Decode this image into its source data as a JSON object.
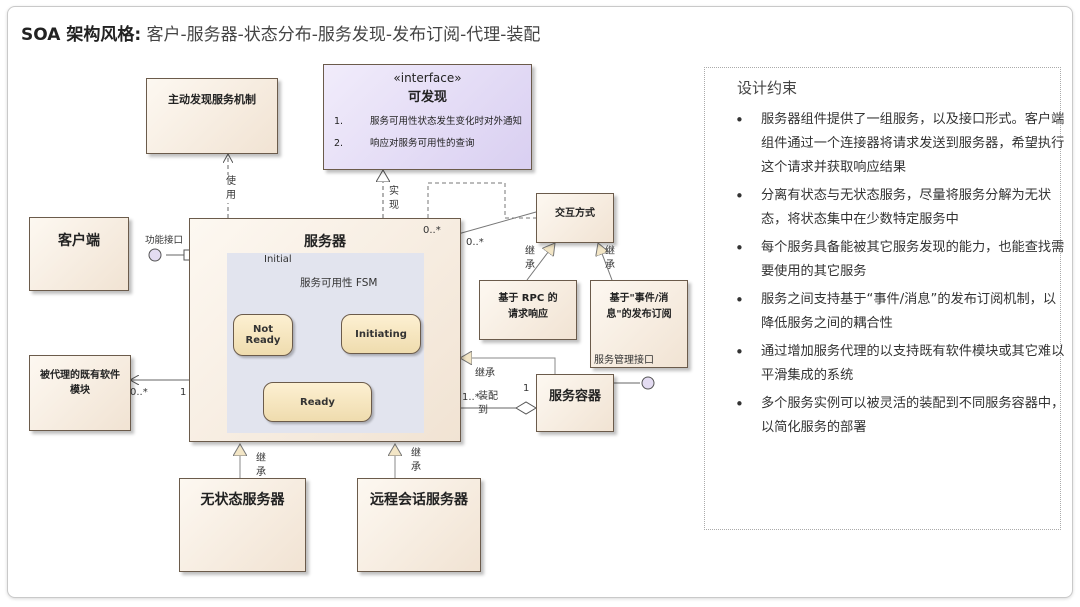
{
  "title": {
    "bold": "SOA 架构风格:",
    "rest": "客户-服务器-状态分布-服务发现-发布订阅-代理-装配"
  },
  "boxes": {
    "discovery": "主动发现服务机制",
    "client": "客户端",
    "server": "服务器",
    "proxied": "被代理的既有软件模块",
    "interaction": "交互方式",
    "rpc": "基于 RPC 的请求响应",
    "pubsub": "基于\"事件/消息\"的发布订阅",
    "container": "服务容器",
    "stateless": "无状态服务器",
    "remote": "远程会话服务器"
  },
  "interface": {
    "stereotype": "«interface»",
    "name": "可发现",
    "items": [
      {
        "num": "1.",
        "text": "服务可用性状态发生变化时对外通知"
      },
      {
        "num": "2.",
        "text": "响应对服务可用性的查询"
      }
    ]
  },
  "fsm": {
    "initial": "Initial",
    "label": "服务可用性 FSM",
    "states": [
      "Not Ready",
      "Initiating",
      "Ready"
    ]
  },
  "labels": {
    "use": "使用",
    "realize": "实现",
    "func_port": "功能接口",
    "inherit": "继承",
    "assemble": "装配到",
    "mgmt_port": "服务管理接口",
    "m_0n_a": "0..*",
    "m_0n_b": "0..*",
    "m_0n_c": "0..*",
    "m_1a": "1",
    "m_1n": "1..*",
    "m_1b": "1"
  },
  "constraints": {
    "title": "设计约束",
    "items": [
      "服务器组件提供了一组服务，以及接口形式。客户端组件通过一个连接器将请求发送到服务器，希望执行这个请求并获取响应结果",
      "分离有状态与无状态服务，尽量将服务分解为无状态，将状态集中在少数特定服务中",
      "每个服务具备能被其它服务发现的能力，也能查找需要使用的其它服务",
      "服务之间支持基于“事件/消息”的发布订阅机制，以降低服务之间的耦合性",
      "通过增加服务代理的以支持既有软件模块或其它难以平滑集成的系统",
      "多个服务实例可以被灵活的装配到不同服务容器中，以简化服务的部署"
    ]
  }
}
